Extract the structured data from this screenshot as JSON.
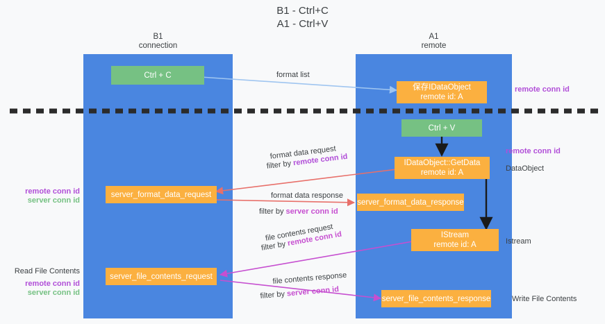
{
  "title": {
    "line1": "B1 - Ctrl+C",
    "line2": "A1 - Ctrl+V"
  },
  "columns": [
    {
      "name": "B1",
      "sub": "connection"
    },
    {
      "name": "A1",
      "sub": "remote"
    }
  ],
  "colors": {
    "lane": "#4a86e0",
    "green_node": "#76c183",
    "orange_node": "#fbb040",
    "purple_keyword": "#b14fd8",
    "green_keyword": "#76c183",
    "magenta_keyword": "#c64fd0",
    "blue_arrow": "#9fc5f0",
    "red_arrow": "#e8706a",
    "magenta_arrow": "#c64fd0",
    "black_arrow": "#000000",
    "text": "#3c4043",
    "background": "#f8f9fa"
  },
  "nodes": {
    "ctrl_c": {
      "label": "Ctrl + C"
    },
    "save_idataobject": {
      "line1": "保存IDataObject",
      "line2": "remote id: A"
    },
    "ctrl_v": {
      "label": "Ctrl + V"
    },
    "getdata": {
      "line1": "IDataObject::GetData",
      "line2": "remote id: A"
    },
    "server_format_data_request": {
      "label": "server_format_data_request"
    },
    "server_format_data_response": {
      "label": "server_format_data_response"
    },
    "istream": {
      "line1": "IStream",
      "line2": "remote id: A"
    },
    "server_file_contents_request": {
      "label": "server_file_contents_request"
    },
    "server_file_contents_response": {
      "label": "server_file_contents_response"
    }
  },
  "edge_labels": {
    "format_list": "format list",
    "format_data_request": "format data request",
    "format_data_request_filter_prefix": "filter by ",
    "format_data_request_filter_kw": "remote conn id",
    "format_data_response": "format data response",
    "format_data_response_filter_prefix": "filter by ",
    "format_data_response_filter_kw": "server conn id",
    "file_contents_request": "file contents request",
    "file_contents_request_filter_prefix": "filter by ",
    "file_contents_request_filter_kw": "remote conn id",
    "file_contents_response": "file contents response",
    "file_contents_response_filter_prefix": "filter by ",
    "file_contents_response_filter_kw": "server conn id"
  },
  "side_labels": {
    "right_remote_conn_id_top": "remote conn id",
    "right_remote_conn_id_mid": "remote conn id",
    "right_dataobject": "DataObject",
    "right_istream": "Istream",
    "right_write_file_contents": "Write File Contents",
    "left_remote_conn_id_mid": "remote conn id",
    "left_server_conn_id_mid": "server conn id",
    "left_read_file_contents": "Read File Contents",
    "left_remote_conn_id_bottom": "remote conn id",
    "left_server_conn_id_bottom": "server conn id"
  }
}
